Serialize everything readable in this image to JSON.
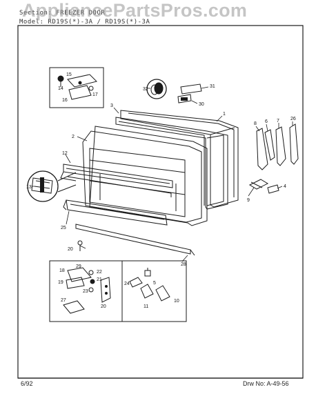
{
  "header": {
    "section": "Section: FREEZER DOOR",
    "model": "Model: RD19S(*)-3A / RD19S(*)-3A"
  },
  "watermark": "AppliancePartsPros.com",
  "footer": {
    "date": "6/92",
    "drawing": "Drw No: A-49-56"
  },
  "colors": {
    "ink": "#1a1a1a",
    "paper": "#ffffff",
    "watermark": "#969696"
  },
  "callouts": [
    "1",
    "2",
    "3",
    "4",
    "5",
    "6",
    "7",
    "8",
    "9",
    "10",
    "11",
    "12",
    "13",
    "14",
    "15",
    "16",
    "17",
    "18",
    "19",
    "20",
    "20",
    "21",
    "22",
    "23",
    "24",
    "25",
    "26",
    "27",
    "28",
    "29",
    "30",
    "31",
    "32"
  ]
}
